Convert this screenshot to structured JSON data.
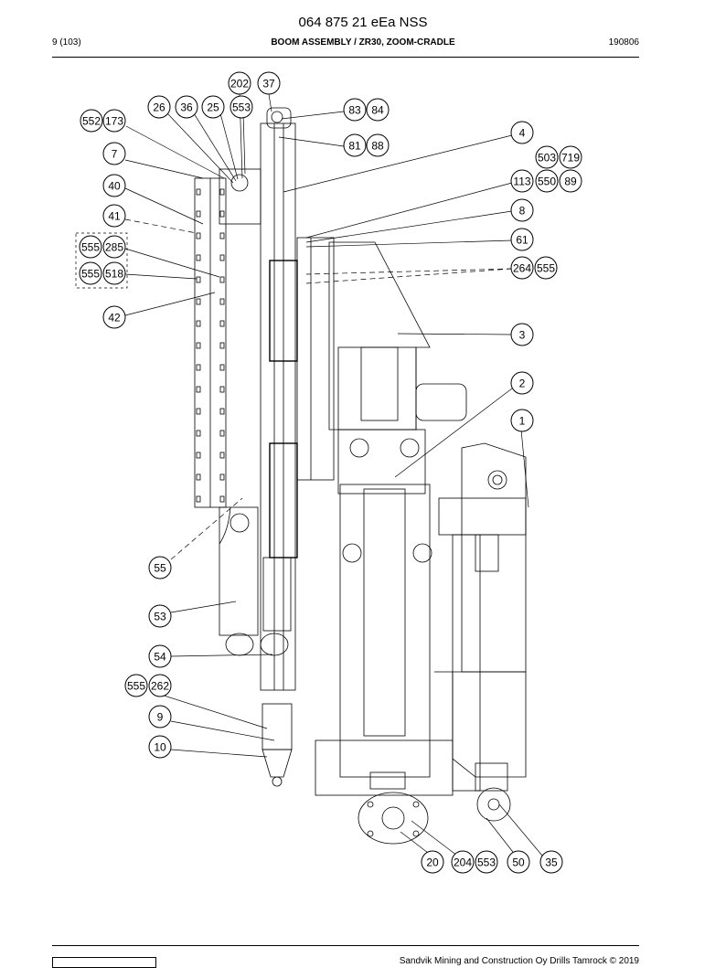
{
  "header": {
    "doc_number": "064 875 21 eEa NSS",
    "page": "9 (103)",
    "section_title": "BOOM ASSEMBLY / ZR30, ZOOM-CRADLE",
    "code": "190806"
  },
  "footer": {
    "copyright": "Sandvik Mining and Construction Oy Drills Tamrock © 2019"
  },
  "callouts": [
    "202",
    "37",
    "26",
    "36",
    "25",
    "553",
    "83",
    "84",
    "552",
    "173",
    "81",
    "88",
    "4",
    "7",
    "503",
    "719",
    "40",
    "113",
    "550",
    "89",
    "41",
    "8",
    "555",
    "285",
    "61",
    "555",
    "518",
    "264",
    "555",
    "42",
    "3",
    "2",
    "1",
    "55",
    "53",
    "54",
    "555",
    "262",
    "9",
    "10",
    "20",
    "204",
    "553",
    "50",
    "35"
  ]
}
